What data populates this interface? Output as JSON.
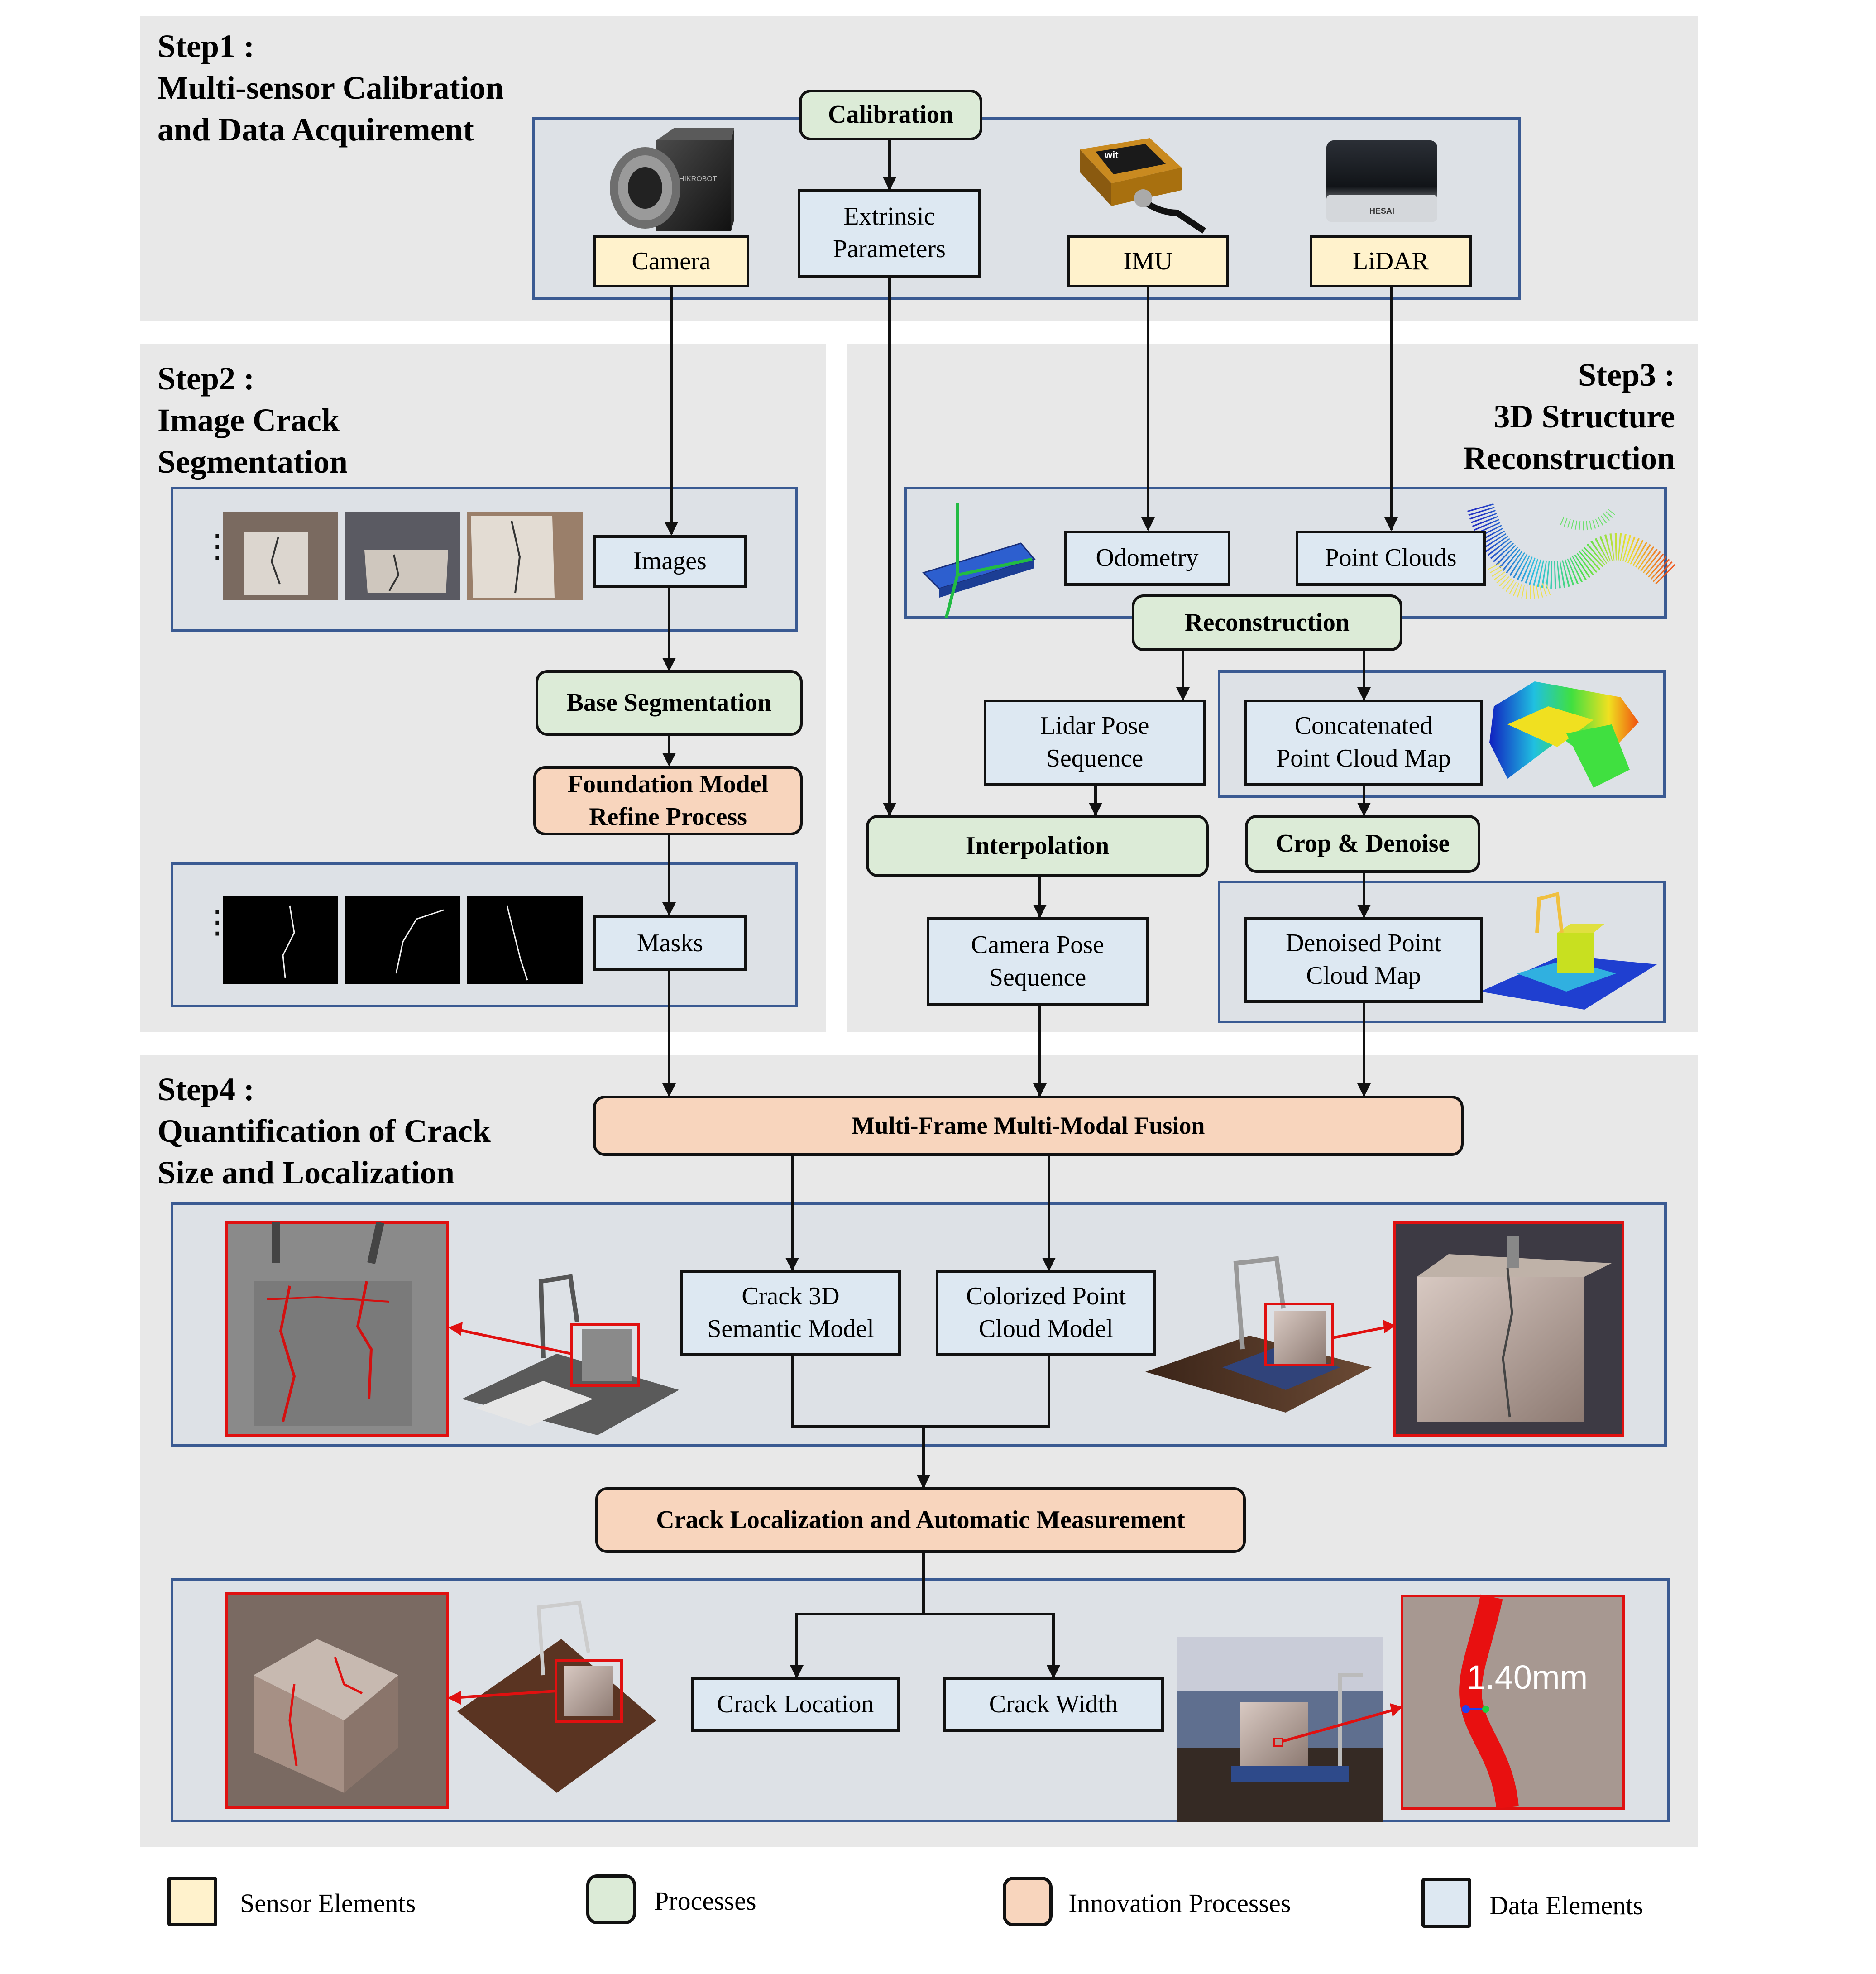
{
  "steps": {
    "step1": "Step1 :\nMulti-sensor Calibration\nand Data Acquirement",
    "step2": "Step2 :\nImage Crack\nSegmentation",
    "step3": "Step3 :\n3D Structure\nReconstruction",
    "step4": "Step4 :\nQuantification of Crack\nSize and Localization"
  },
  "nodes": {
    "calibration": "Calibration",
    "extrinsic": "Extrinsic\nParameters",
    "camera": "Camera",
    "imu": "IMU",
    "lidar": "LiDAR",
    "images": "Images",
    "base_seg": "Base Segmentation",
    "foundation": "Foundation Model\nRefine Process",
    "masks": "Masks",
    "odometry": "Odometry",
    "point_clouds": "Point Clouds",
    "reconstruction": "Reconstruction",
    "lidar_pose": "Lidar Pose\nSequence",
    "concat": "Concatenated\nPoint Cloud Map",
    "interpolation": "Interpolation",
    "crop": "Crop & Denoise",
    "camera_pose": "Camera Pose\nSequence",
    "denoised": "Denoised Point\nCloud Map",
    "fusion": "Multi-Frame Multi-Modal Fusion",
    "crack3d": "Crack 3D\nSemantic Model",
    "colorized": "Colorized Point\nCloud Model",
    "localization": "Crack Localization and Automatic Measurement",
    "crack_location": "Crack Location",
    "crack_width": "Crack Width"
  },
  "image_labels": {
    "camera_brand": "HIKROBOT",
    "imu_brand": "wit",
    "lidar_brand": "HESAI",
    "measurement": "1.40mm"
  },
  "legend": [
    {
      "label": "Sensor Elements",
      "color": "#fff2cc"
    },
    {
      "label": "Processes",
      "color": "#dcebd7"
    },
    {
      "label": "Innovation Processes",
      "color": "#f8d5bd"
    },
    {
      "label": "Data Elements",
      "color": "#dde8f2"
    }
  ],
  "colors": {
    "sensor": "#fff2cc",
    "process": "#dcebd7",
    "innovation": "#f8d5bd",
    "data": "#dde8f2",
    "group_border": "#3a5a92",
    "panel": "#e8e8e8",
    "highlight": "#e01010"
  }
}
